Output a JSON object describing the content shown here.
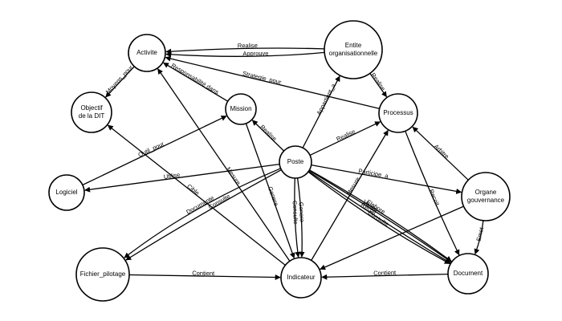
{
  "nodes": [
    {
      "id": "activite",
      "lines": [
        "Activite"
      ]
    },
    {
      "id": "entite",
      "lines": [
        "Entite",
        "organisationnelle"
      ]
    },
    {
      "id": "objectif",
      "lines": [
        "Objectif",
        "de la DIT"
      ]
    },
    {
      "id": "mission",
      "lines": [
        "Mission"
      ]
    },
    {
      "id": "processus",
      "lines": [
        "Processus"
      ]
    },
    {
      "id": "poste",
      "lines": [
        "Poste"
      ]
    },
    {
      "id": "logiciel",
      "lines": [
        "Logiciel"
      ]
    },
    {
      "id": "organe",
      "lines": [
        "Organe",
        "gouvernance"
      ]
    },
    {
      "id": "fichier",
      "lines": [
        "Fichier_pilotage"
      ]
    },
    {
      "id": "indicateur",
      "lines": [
        "Indicateur"
      ]
    },
    {
      "id": "document",
      "lines": [
        "Document"
      ]
    }
  ],
  "edges": [
    {
      "from": "entite",
      "to": "activite",
      "label": "Approuve"
    },
    {
      "from": "entite",
      "to": "activite",
      "label": "Realise"
    },
    {
      "from": "activite",
      "to": "objectif",
      "label": "Moyens_pour"
    },
    {
      "from": "mission",
      "to": "activite",
      "label": "Responsabilité dans"
    },
    {
      "from": "processus",
      "to": "activite",
      "label": "Strategie_pour"
    },
    {
      "from": "entite",
      "to": "processus",
      "label": "Realise"
    },
    {
      "from": "poste",
      "to": "entite",
      "label": "Appartient_a"
    },
    {
      "from": "poste",
      "to": "mission",
      "label": "Realise"
    },
    {
      "from": "poste",
      "to": "processus",
      "label": "Realise"
    },
    {
      "from": "logiciel",
      "to": "mission",
      "label": "Outil_pour"
    },
    {
      "from": "poste",
      "to": "logiciel",
      "label": "Utilise"
    },
    {
      "from": "indicateur",
      "to": "objectif",
      "label": "Cible"
    },
    {
      "from": "indicateur",
      "to": "activite",
      "label": "Mesure"
    },
    {
      "from": "poste",
      "to": "fichier",
      "label": "Documente"
    },
    {
      "from": "poste",
      "to": "fichier",
      "label": "Consulte"
    },
    {
      "from": "mission",
      "to": "indicateur",
      "label": "Genere"
    },
    {
      "from": "poste",
      "to": "indicateur",
      "label": "Genere"
    },
    {
      "from": "poste",
      "to": "indicateur",
      "label": "Consulte"
    },
    {
      "from": "indicateur",
      "to": "processus",
      "label": "Mesure"
    },
    {
      "from": "poste",
      "to": "organe",
      "label": "Participe_a"
    },
    {
      "from": "poste",
      "to": "document",
      "label": "Elabore"
    },
    {
      "from": "poste",
      "to": "document",
      "label": "Valide"
    },
    {
      "from": "poste",
      "to": "document",
      "label": "Recoit"
    },
    {
      "from": "poste",
      "to": "document",
      "label": "Consulte"
    },
    {
      "from": "organe",
      "to": "processus",
      "label": "Arbitre"
    },
    {
      "from": "organe",
      "to": "document",
      "label": "Emet"
    },
    {
      "from": "processus",
      "to": "document",
      "label": "Recoit"
    },
    {
      "from": "organe",
      "to": "indicateur",
      "label": ""
    },
    {
      "from": "fichier",
      "to": "indicateur",
      "label": "Contient"
    },
    {
      "from": "document",
      "to": "indicateur",
      "label": "Contient"
    }
  ]
}
